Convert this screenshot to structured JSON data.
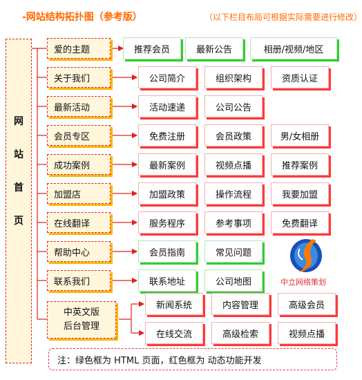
{
  "title": "-网站结构拓扑图（参考版）",
  "note_top": "（以下栏目布局可根据实际需要进行修改）",
  "home": {
    "chars": [
      "网",
      "站",
      "首",
      "页"
    ]
  },
  "categories": [
    {
      "label": "爱的主题"
    },
    {
      "label": "关于我们"
    },
    {
      "label": "最新活动"
    },
    {
      "label": "会员专区"
    },
    {
      "label": "成功案例"
    },
    {
      "label": "加盟店"
    },
    {
      "label": "在线翻译"
    },
    {
      "label": "帮助中心"
    },
    {
      "label": "联系我们"
    }
  ],
  "rows": [
    [
      "推荐会员",
      "最新公告",
      "相册/视频/地区"
    ],
    [
      "公司简介",
      "组织架构",
      "资质认证"
    ],
    [
      "活动速递",
      "公司公告"
    ],
    [
      "免费注册",
      "会员政策",
      "男/女相册"
    ],
    [
      "最新案例",
      "视频点播",
      "推荐案例"
    ],
    [
      "加盟政策",
      "操作流程",
      "我要加盟"
    ],
    [
      "服务程序",
      "参考事项",
      "免费翻译"
    ],
    [
      "会员指南",
      "常见问题"
    ],
    [
      "联系地址",
      "公司地图"
    ]
  ],
  "backend": {
    "line1": "中英文版",
    "line2": "后台管理"
  },
  "backend_rows": [
    [
      "新闻系统",
      "内容管理",
      "高级会员"
    ],
    [
      "在线交流",
      "高级检索",
      "视频点播"
    ]
  ],
  "logo_text": "中立网络策划",
  "footnote": "注：绿色框为 HTML 页面，红色框为 动态功能开发",
  "legend": {
    "green": "#33cc33",
    "red": "#ff3a3a",
    "category": "#ffb400"
  }
}
